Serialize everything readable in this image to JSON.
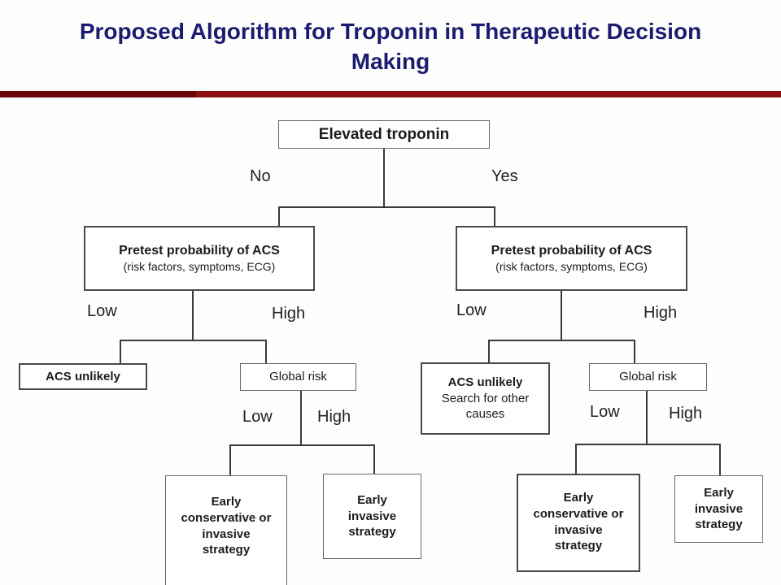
{
  "title": {
    "line1": "Proposed Algorithm for Troponin in Therapeutic Decision",
    "line2": "Making"
  },
  "colors": {
    "title_text": "#1b1b70",
    "divider_left": "#6d0808",
    "divider_right": "#8e1111",
    "connector_line": "#3a3a3a",
    "box_border": "#4a4a4a"
  },
  "edge_labels": {
    "no": "No",
    "yes": "Yes",
    "low": "Low",
    "high": "High"
  },
  "nodes": {
    "root": "Elevated troponin",
    "pretest_title": "Pretest probability of ACS",
    "pretest_subtitle": "(risk factors, symptoms, ECG)",
    "acs_unlikely": "ACS unlikely",
    "acs_unlikely_note": "Search for other\ncauses",
    "global_risk": "Global risk",
    "early_conservative": "Early\nconservative or\ninvasive\nstrategy",
    "early_invasive": "Early\ninvasive\nstrategy"
  }
}
